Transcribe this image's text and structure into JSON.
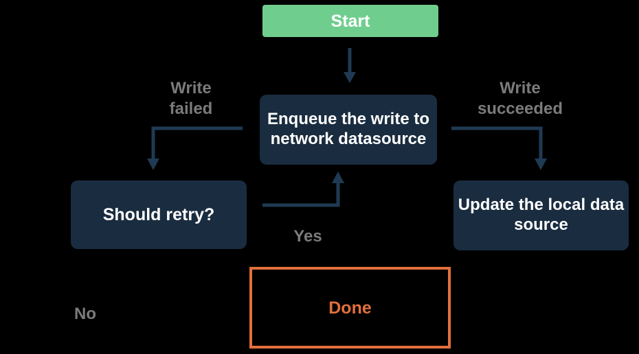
{
  "diagram": {
    "title": "offline-first write flowchart",
    "background_color": "#000000",
    "colors": {
      "node_fill": "#1A2C3F",
      "node_text": "#FFFFFF",
      "arrow": "#1F3A53",
      "edge_label_gray": "#7B7B7B",
      "start_green": "#6FCE8E",
      "done_orange": "#E2703C"
    },
    "nodes": {
      "start": {
        "label": "Start"
      },
      "enqueue": {
        "label": "Enqueue the write to\nnetwork datasource"
      },
      "should_retry": {
        "label": "Should retry?"
      },
      "update_local": {
        "label": "Update the local data\nsource"
      },
      "done": {
        "label": "Done"
      }
    },
    "edge_labels": {
      "write_failed": "Write\nfailed",
      "write_succeeded": "Write\nsucceeded",
      "yes": "Yes",
      "no": "No"
    },
    "edges": [
      {
        "from": "start",
        "to": "enqueue",
        "label": ""
      },
      {
        "from": "enqueue",
        "to": "should_retry",
        "label": "Write failed"
      },
      {
        "from": "enqueue",
        "to": "update_local",
        "label": "Write succeeded"
      },
      {
        "from": "should_retry",
        "to": "enqueue",
        "label": "Yes"
      },
      {
        "from": "should_retry",
        "to": "done",
        "label": "No"
      }
    ]
  }
}
